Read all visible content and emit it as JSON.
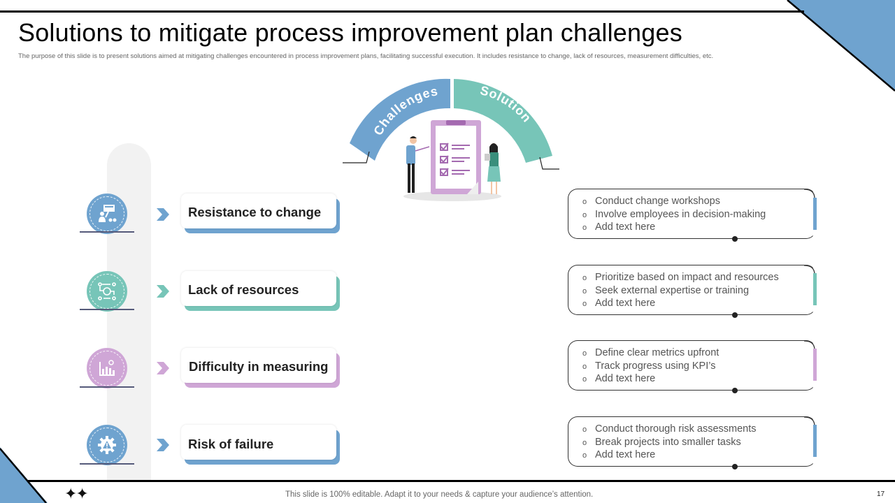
{
  "header": {
    "title": "Solutions to mitigate process improvement plan challenges",
    "subtitle": "The purpose of this slide is to present solutions aimed at mitigating  challenges encountered in process improvement plans, facilitating successful execution. It includes resistance to change, lack of resources, measurement difficulties, etc."
  },
  "arc": {
    "left_label": "Challenges",
    "right_label": "Solution",
    "left_color": "#6fa3cf",
    "right_color": "#77c5b8",
    "illustration": "clipboard-checklist-presentation"
  },
  "colors": {
    "blue": "#6fa3cf",
    "teal": "#77c5b8",
    "purple": "#cfa6d6",
    "rail": "#f2f2f2"
  },
  "challenges": [
    {
      "label": "Resistance to change",
      "icon": "protest-sign-icon",
      "color": "#6fa3cf",
      "solutions": [
        "Conduct change workshops",
        "Involve employees in decision-making",
        "Add text here"
      ]
    },
    {
      "label": "Lack of resources",
      "icon": "resource-flow-icon",
      "color": "#77c5b8",
      "solutions": [
        "Prioritize based on impact and resources",
        "Seek external expertise or training",
        "Add text here"
      ]
    },
    {
      "label": "Difficulty in measuring",
      "icon": "bar-chart-icon",
      "color": "#cfa6d6",
      "solutions": [
        "Define clear metrics upfront",
        "Track progress using KPI’s",
        "Add text here"
      ]
    },
    {
      "label": "Risk of failure",
      "icon": "gear-warning-icon",
      "color": "#6fa3cf",
      "solutions": [
        "Conduct thorough risk assessments",
        "Break projects into smaller tasks",
        "Add text here"
      ]
    }
  ],
  "footer": {
    "text": "This slide is 100% editable. Adapt it to your needs & capture your audience’s attention.",
    "page_number": "17",
    "decoration": "✦✦"
  }
}
